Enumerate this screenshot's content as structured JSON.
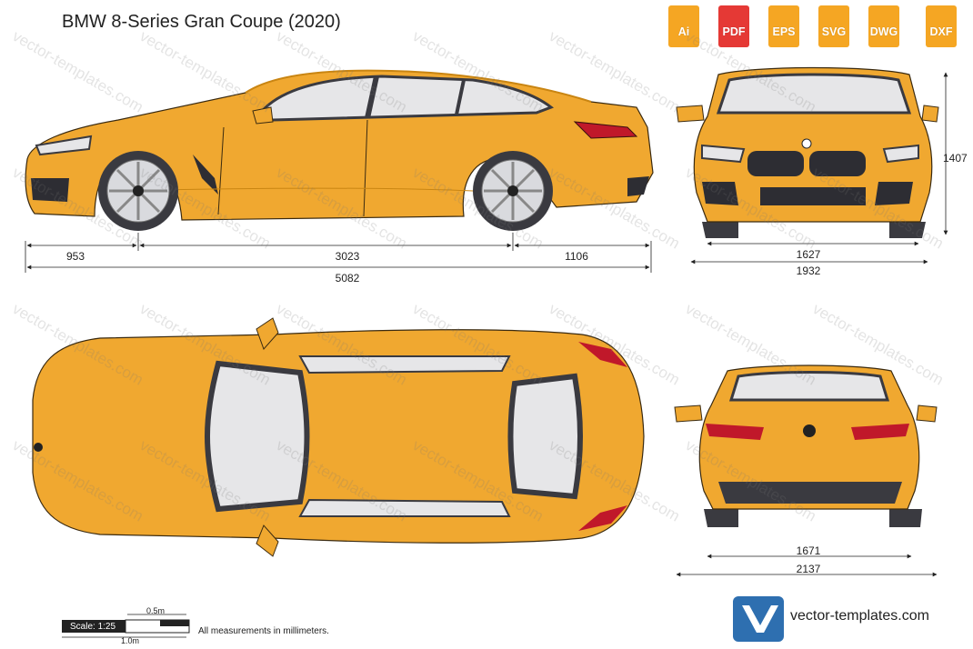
{
  "title": "BMW 8-Series Gran Coupe (2020)",
  "formats": [
    {
      "label": "Ai",
      "color": "#f5a623"
    },
    {
      "label": "PDF",
      "color": "#e53935"
    },
    {
      "label": "EPS",
      "color": "#f5a623"
    },
    {
      "label": "SVG",
      "color": "#f5a623"
    },
    {
      "label": "DWG",
      "color": "#f5a623"
    },
    {
      "label": "DXF",
      "color": "#f5a623"
    }
  ],
  "dimensions": {
    "front_overhang": "953",
    "wheelbase": "3023",
    "rear_overhang": "1106",
    "length": "5082",
    "height": "1407",
    "front_track": "1627",
    "width": "1932",
    "rear_track": "1671",
    "width_mirrors": "2137"
  },
  "scale": {
    "label": "Scale: 1:25",
    "half": "0.5m",
    "full": "1.0m"
  },
  "note": "All measurements in millimeters.",
  "brand": "vector-templates.com",
  "watermark": "vector-templates.com",
  "colors": {
    "body": "#f0a830",
    "body_dark": "#c98512",
    "glass": "#e6e6e8",
    "frame": "#3a3a40",
    "light": "#c0182a",
    "grille": "#2d2d33"
  }
}
